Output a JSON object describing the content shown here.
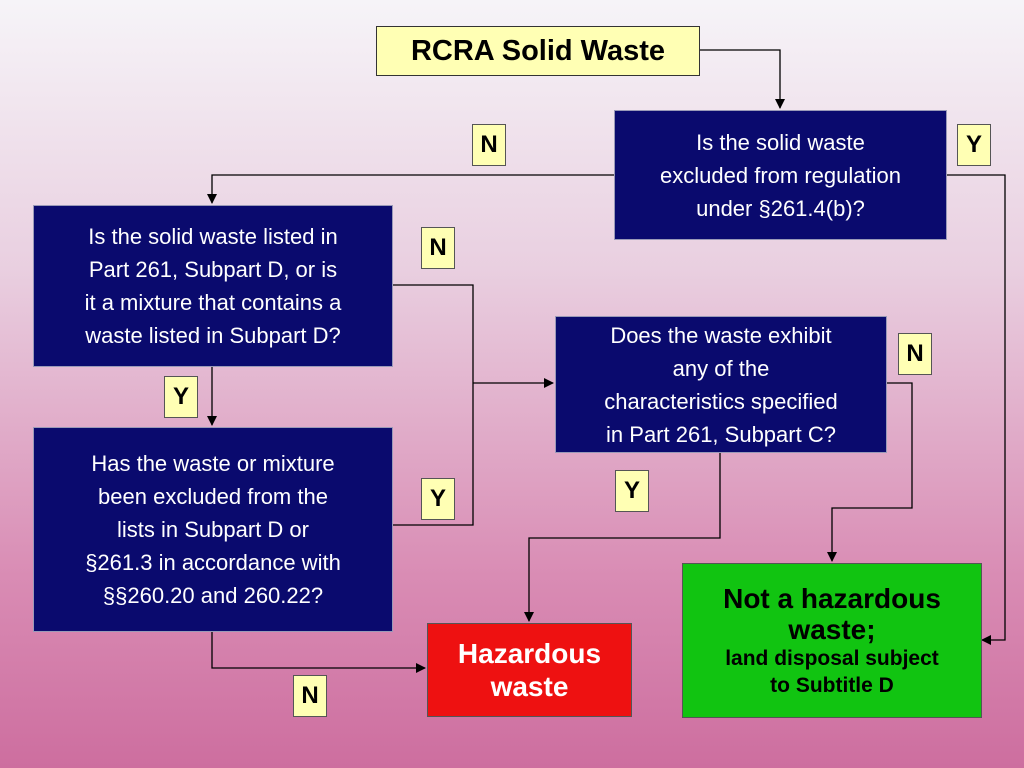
{
  "title": "RCRA Solid Waste",
  "q1": "Is the solid waste\nexcluded from regulation\nunder §261.4(b)?",
  "q2": "Is the solid waste listed in\nPart 261, Subpart D, or is\nit a mixture that contains a\nwaste listed in Subpart D?",
  "q3": "Has the waste or mixture\nbeen excluded from the\nlists in Subpart D or\n§261.3 in accordance with\n§§260.20 and 260.22?",
  "q4": "Does the waste exhibit\nany of the\ncharacteristics specified\nin Part 261, Subpart C?",
  "hazardous": "Hazardous\nwaste",
  "not_hazardous": {
    "main": "Not a hazardous\nwaste;",
    "sub": "land disposal subject\nto Subtitle D"
  },
  "labels": {
    "q1_no": "N",
    "q1_yes": "Y",
    "q2_no": "N",
    "q2_yes": "Y",
    "q3_yes": "Y",
    "q3_no": "N",
    "q4_no": "N",
    "q4_yes": "Y"
  },
  "colors": {
    "question_box": "#0a0a6e",
    "label_box": "#ffffb4",
    "hazardous_box": "#ee1111",
    "not_hazardous_box": "#11c411"
  }
}
